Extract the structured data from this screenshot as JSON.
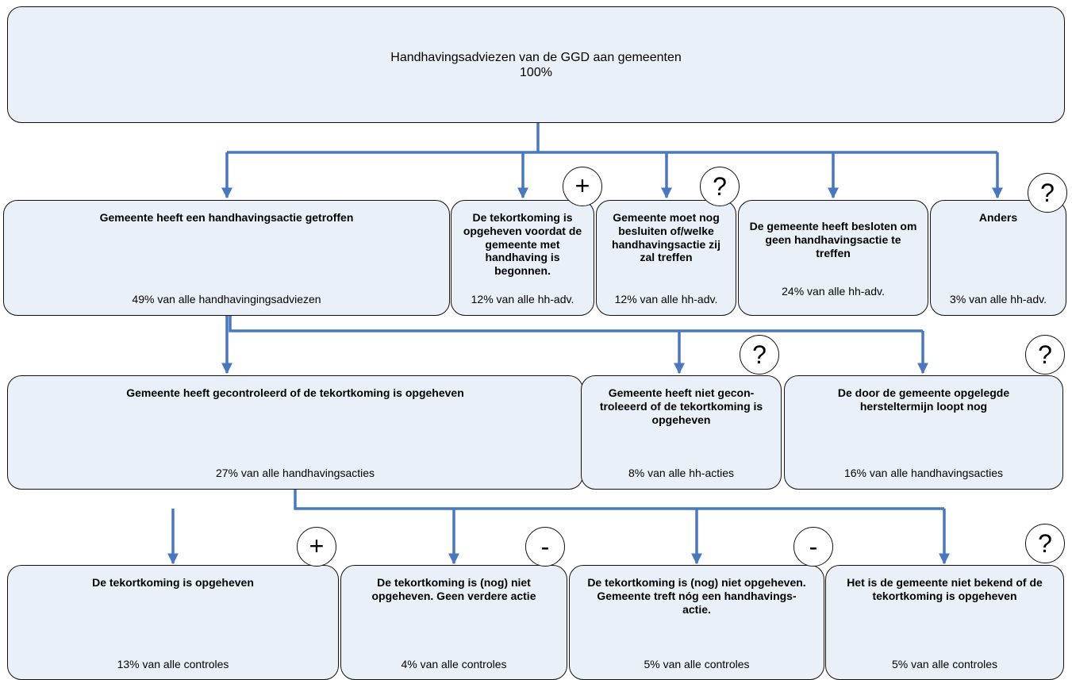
{
  "root": {
    "title": "Handhavingsadviezen van de GGD aan gemeenten",
    "percent": "100%"
  },
  "level1": [
    {
      "title": "Gemeente heeft een handhavingsactie getroffen",
      "sub": "49% van alle handhavingingsadviezen"
    },
    {
      "title": "De tekortkoming is opgeheven voordat de gemeente met handhaving is begonnen.",
      "sub": "12% van alle hh-adv.",
      "badge": "+"
    },
    {
      "title": "Gemeente moet nog besluiten of/welke handhavingsactie zij zal treffen",
      "sub": "12% van alle hh-adv.",
      "badge": "?"
    },
    {
      "title": "De gemeente heeft besloten om geen handhavingsactie te treffen",
      "sub": "24% van alle hh-adv."
    },
    {
      "title": "Anders",
      "sub": "3% van alle hh-adv.",
      "badge": "?"
    }
  ],
  "level2": [
    {
      "title": "Gemeente heeft gecontroleerd of de tekortkoming is opgeheven",
      "sub": "27% van alle handhavingsacties"
    },
    {
      "title": "Gemeente heeft niet gecon-\ntroleeerd of de tekortkoming is opgeheven",
      "sub": "8% van alle hh-acties",
      "badge": "?"
    },
    {
      "title": "De door de gemeente opgelegde\nhersteltermijn loopt nog",
      "sub": "16% van alle handhavingsacties",
      "badge": "?"
    }
  ],
  "level3": [
    {
      "title": "De tekortkoming is opgeheven",
      "sub": "13% van alle controles",
      "badge": "+"
    },
    {
      "title": "De tekortkoming is (nog) niet\nopgeheven. Geen verdere actie",
      "sub": "4% van alle controles",
      "badge": "-"
    },
    {
      "title": "De tekortkoming is (nog) niet opgeheven.\nGemeente treft nóg een handhavings-\nactie.",
      "sub": "5% van alle controles",
      "badge": "-"
    },
    {
      "title": "Het is de gemeente niet bekend of de\ntekortkoming is opgeheven",
      "sub": "5% van alle controles",
      "badge": "?"
    }
  ],
  "colors": {
    "box_fill": "#eaf0f8",
    "connector": "#4a78c0"
  }
}
